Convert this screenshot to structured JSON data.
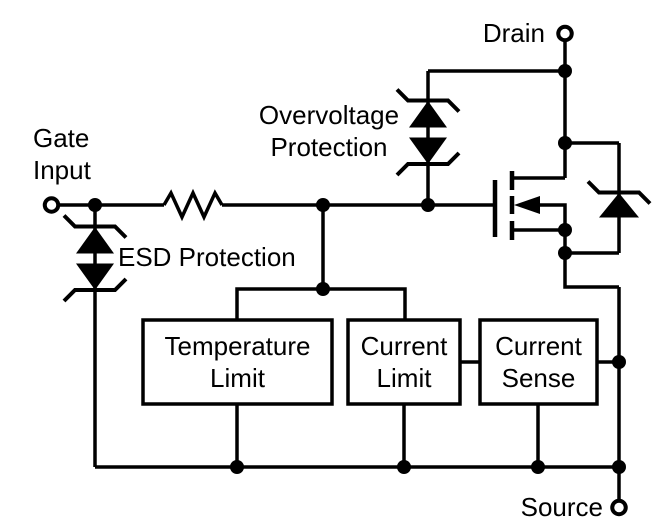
{
  "colors": {
    "ink": "#000000",
    "background": "#ffffff"
  },
  "labels": {
    "gate_line1": "Gate",
    "gate_line2": "Input",
    "drain": "Drain",
    "source": "Source",
    "overvoltage_line1": "Overvoltage",
    "overvoltage_line2": "Protection",
    "esd": "ESD Protection"
  },
  "blocks": {
    "temperature_limit": {
      "line1": "Temperature",
      "line2": "Limit"
    },
    "current_limit": {
      "line1": "Current",
      "line2": "Limit"
    },
    "current_sense": {
      "line1": "Current",
      "line2": "Sense"
    }
  },
  "components": {
    "gate_resistor": "resistor",
    "esd_protection": "back-to-back zener diodes",
    "overvoltage_protection": "back-to-back zener diodes",
    "pass_transistor": "n-channel mosfet",
    "body_diode": "zener diode"
  }
}
